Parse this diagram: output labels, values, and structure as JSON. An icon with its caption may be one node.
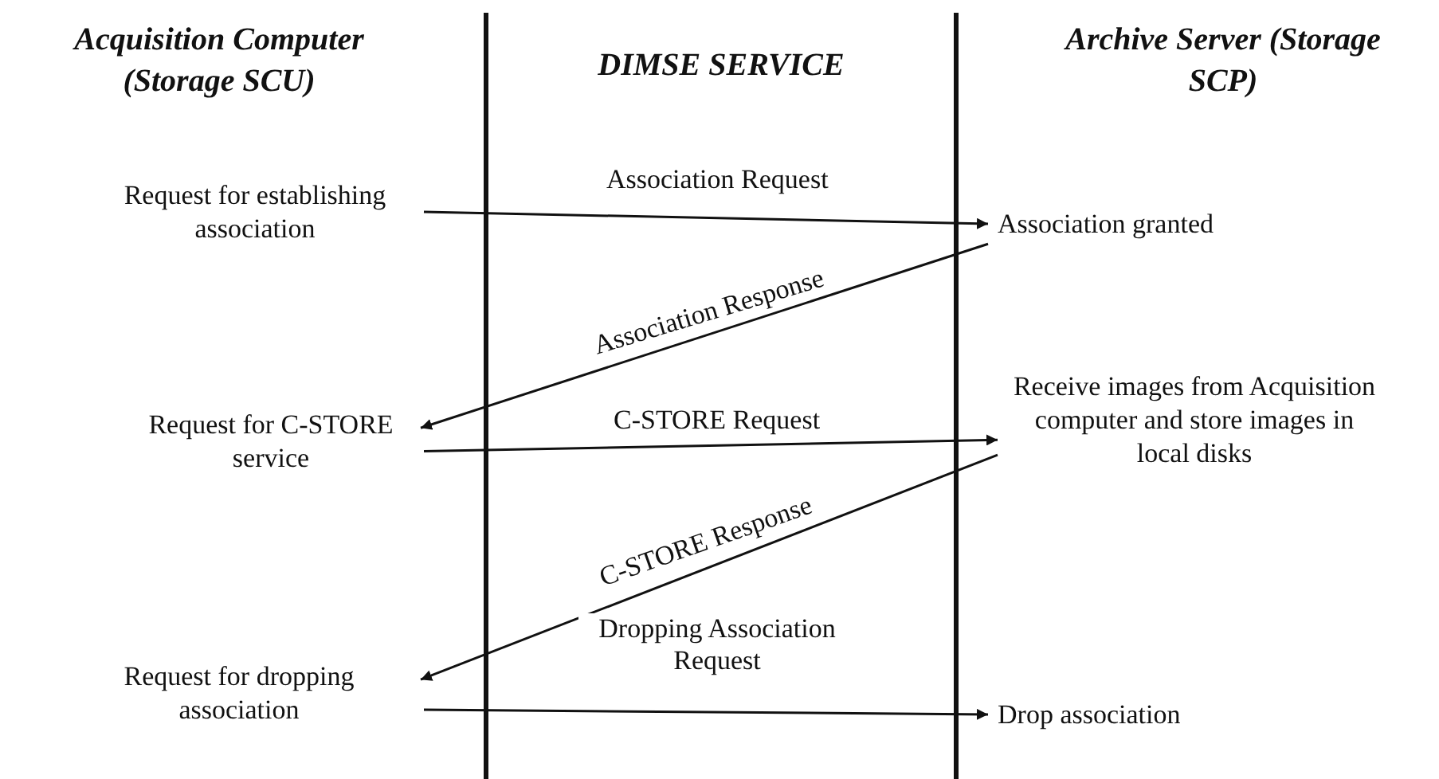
{
  "diagram": {
    "nodes": [
      {
        "text": [
          "Request for establishing association"
        ]
      },
      {
        "text": [
          "Association granted"
        ]
      },
      {
        "text": [
          "Request for C-STORE service"
        ]
      },
      {
        "text": [
          "Receive images from Acquisition computer and store images in local disks"
        ]
      },
      {
        "text": [
          "Request for dropping association"
        ]
      },
      {
        "text": [
          "Drop association"
        ]
      }
    ],
    "edges": [
      {
        "from": 0,
        "to": 1,
        "arrow": "to",
        "label": "Association Request"
      },
      {
        "from": 1,
        "to": 2,
        "arrow": "to",
        "label": "Association Response"
      },
      {
        "from": 2,
        "to": 3,
        "arrow": "to",
        "label": "C-STORE Request"
      },
      {
        "from": 3,
        "to": 4,
        "arrow": "to",
        "label": "C-STORE Response"
      },
      {
        "from": 4,
        "to": 5,
        "arrow": "to",
        "label": "Dropping Association Request"
      }
    ],
    "labels": [
      "Acquisition Computer (Storage SCU)",
      "DIMSE SERVICE",
      "Archive Server (Storage SCP)"
    ]
  }
}
